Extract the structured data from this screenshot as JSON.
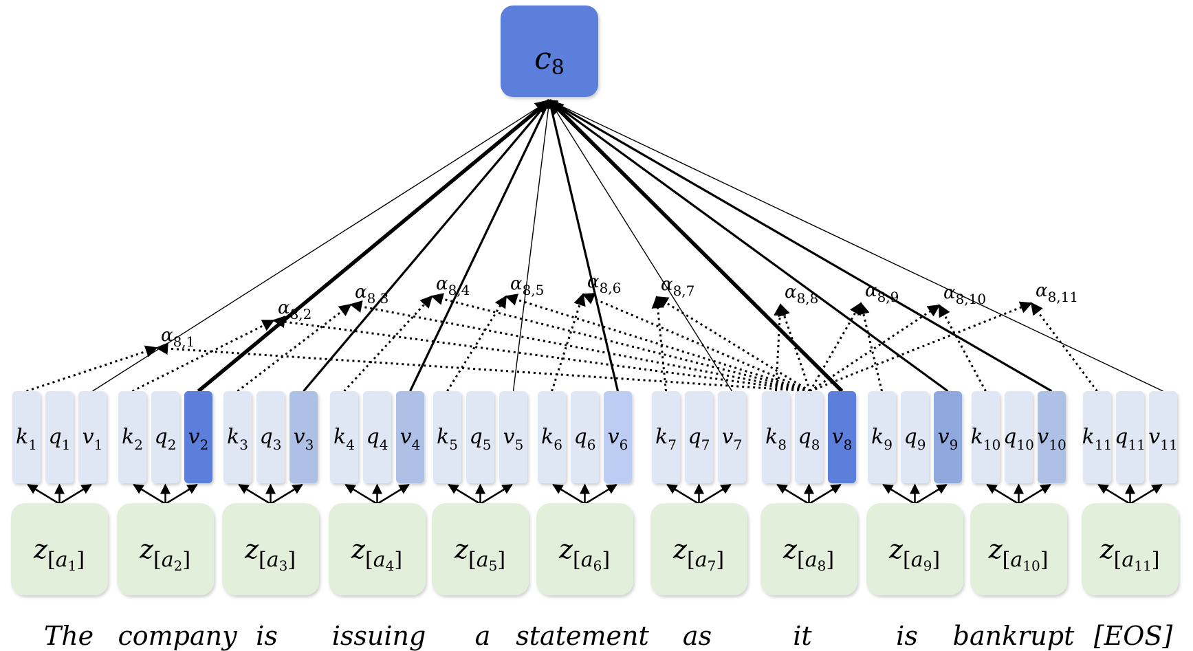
{
  "context": {
    "base": "c",
    "sub": "8",
    "color": "#5b7fdc"
  },
  "alpha_prefix": "8,",
  "tokens": [
    {
      "word": "The",
      "idx": "1",
      "weight": "thin",
      "v_color": "#dfe6f4"
    },
    {
      "word": "company",
      "idx": "2",
      "weight": "thick",
      "v_color": "#5b7fdc"
    },
    {
      "word": "is",
      "idx": "3",
      "weight": "medium",
      "v_color": "#aec0e5"
    },
    {
      "word": "issuing",
      "idx": "4",
      "weight": "medium",
      "v_color": "#aec0e5"
    },
    {
      "word": "a",
      "idx": "5",
      "weight": "thin",
      "v_color": "#dfe6f4"
    },
    {
      "word": "statement",
      "idx": "6",
      "weight": "medium",
      "v_color": "#bdccf2"
    },
    {
      "word": "as",
      "idx": "7",
      "weight": "thin",
      "v_color": "#dfe6f4"
    },
    {
      "word": "it",
      "idx": "8",
      "weight": "thick",
      "v_color": "#5b7fdc"
    },
    {
      "word": "is",
      "idx": "9",
      "weight": "medium",
      "v_color": "#8fa9de"
    },
    {
      "word": "bankrupt",
      "idx": "10",
      "weight": "medium",
      "v_color": "#aec0e5"
    },
    {
      "word": "[EOS]",
      "idx": "11",
      "weight": "thin",
      "v_color": "#dfe6f4"
    }
  ],
  "labels": {
    "key": "k",
    "query": "q",
    "value": "v",
    "hidden": "z",
    "attention": "α",
    "aspect": "a"
  },
  "colors": {
    "kq_fill": "#dfe6f4",
    "z_fill": "#e2efdb",
    "context_fill": "#5b7fdc",
    "stroke": "#000000"
  }
}
